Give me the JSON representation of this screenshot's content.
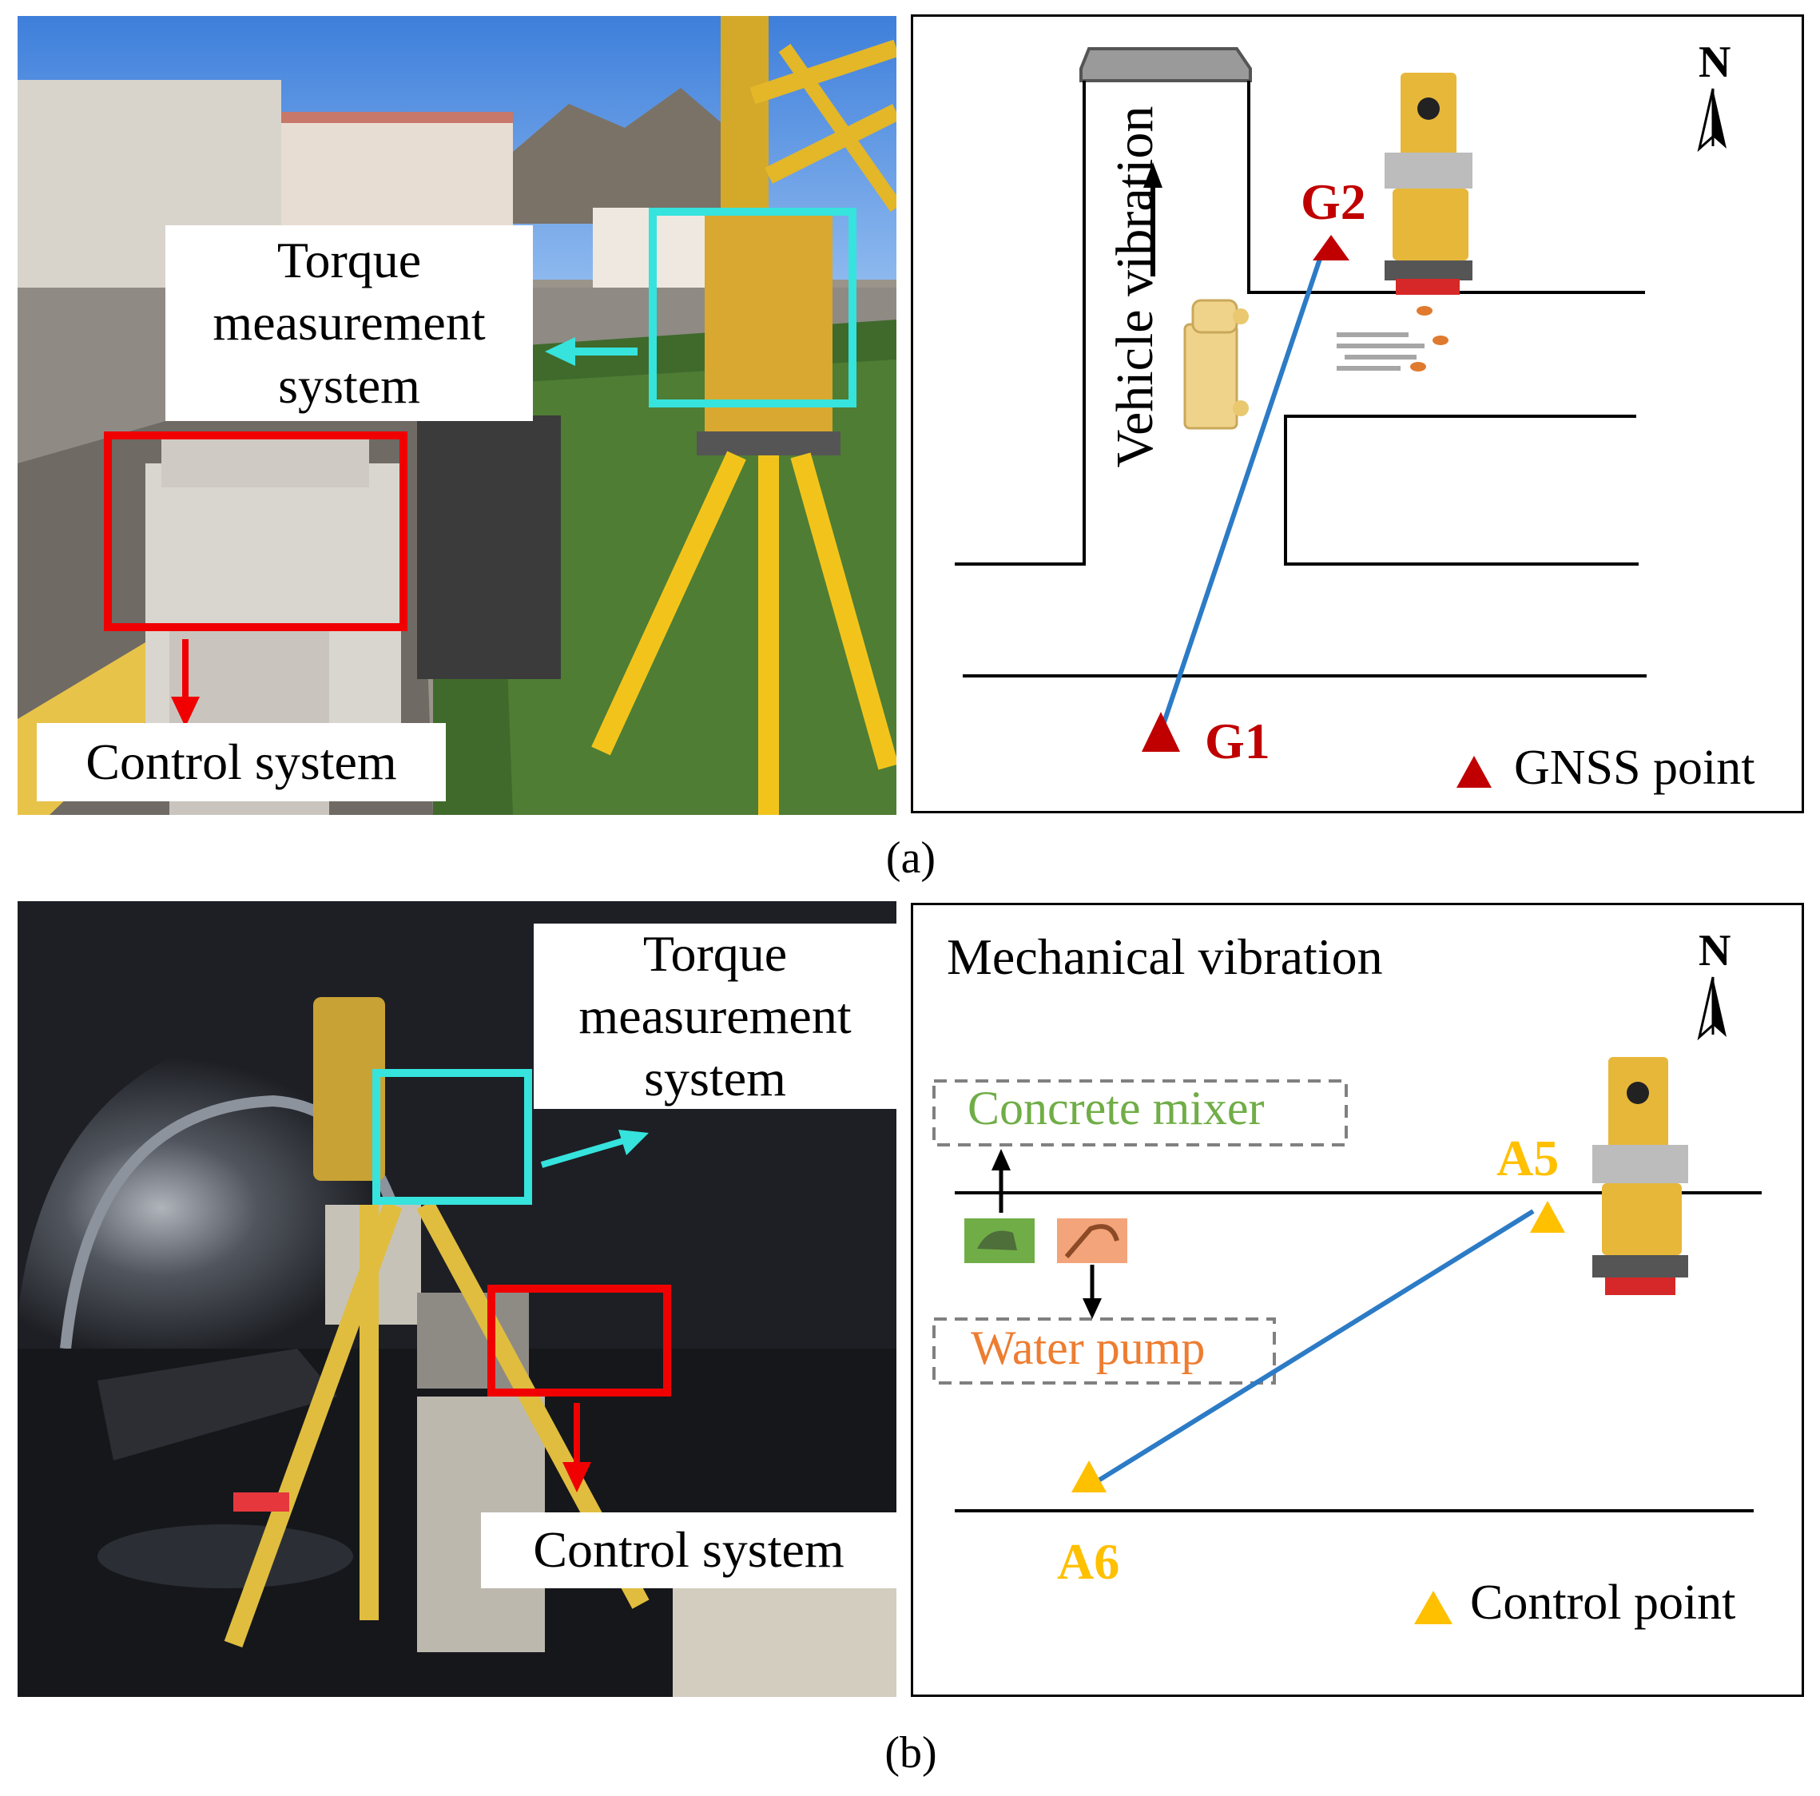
{
  "panel_a": {
    "caption": "(a)",
    "photo": {
      "torque_label_lines": [
        "Torque",
        "measurement",
        "system"
      ],
      "control_label": "Control system",
      "colors": {
        "torque_box": "#36E3DD",
        "control_box": "#F00000",
        "sky": "#3E7FDB"
      }
    },
    "map": {
      "north": "N",
      "vibration_label": "Vehicle  vibration",
      "point_start": "G1",
      "point_end": "G2",
      "legend_label": "GNSS point",
      "colors": {
        "point": "#C00000",
        "line": "#2C7BC6"
      }
    }
  },
  "panel_b": {
    "caption": "(b)",
    "photo": {
      "torque_label_lines": [
        "Torque",
        "measurement",
        "system"
      ],
      "control_label": "Control system",
      "colors": {
        "torque_box": "#36E3DD",
        "control_box": "#F00000",
        "tunnel": "#1d1f24"
      }
    },
    "map": {
      "north": "N",
      "title": "Mechanical  vibration",
      "source_1": "Concrete mixer",
      "source_2": "Water pump",
      "point_end": "A5",
      "point_start": "A6",
      "legend_label": "Control point",
      "colors": {
        "point": "#FFC000",
        "line": "#2C7BC6",
        "mixer": "#70AD47",
        "pump": "#ED7D31"
      }
    }
  }
}
